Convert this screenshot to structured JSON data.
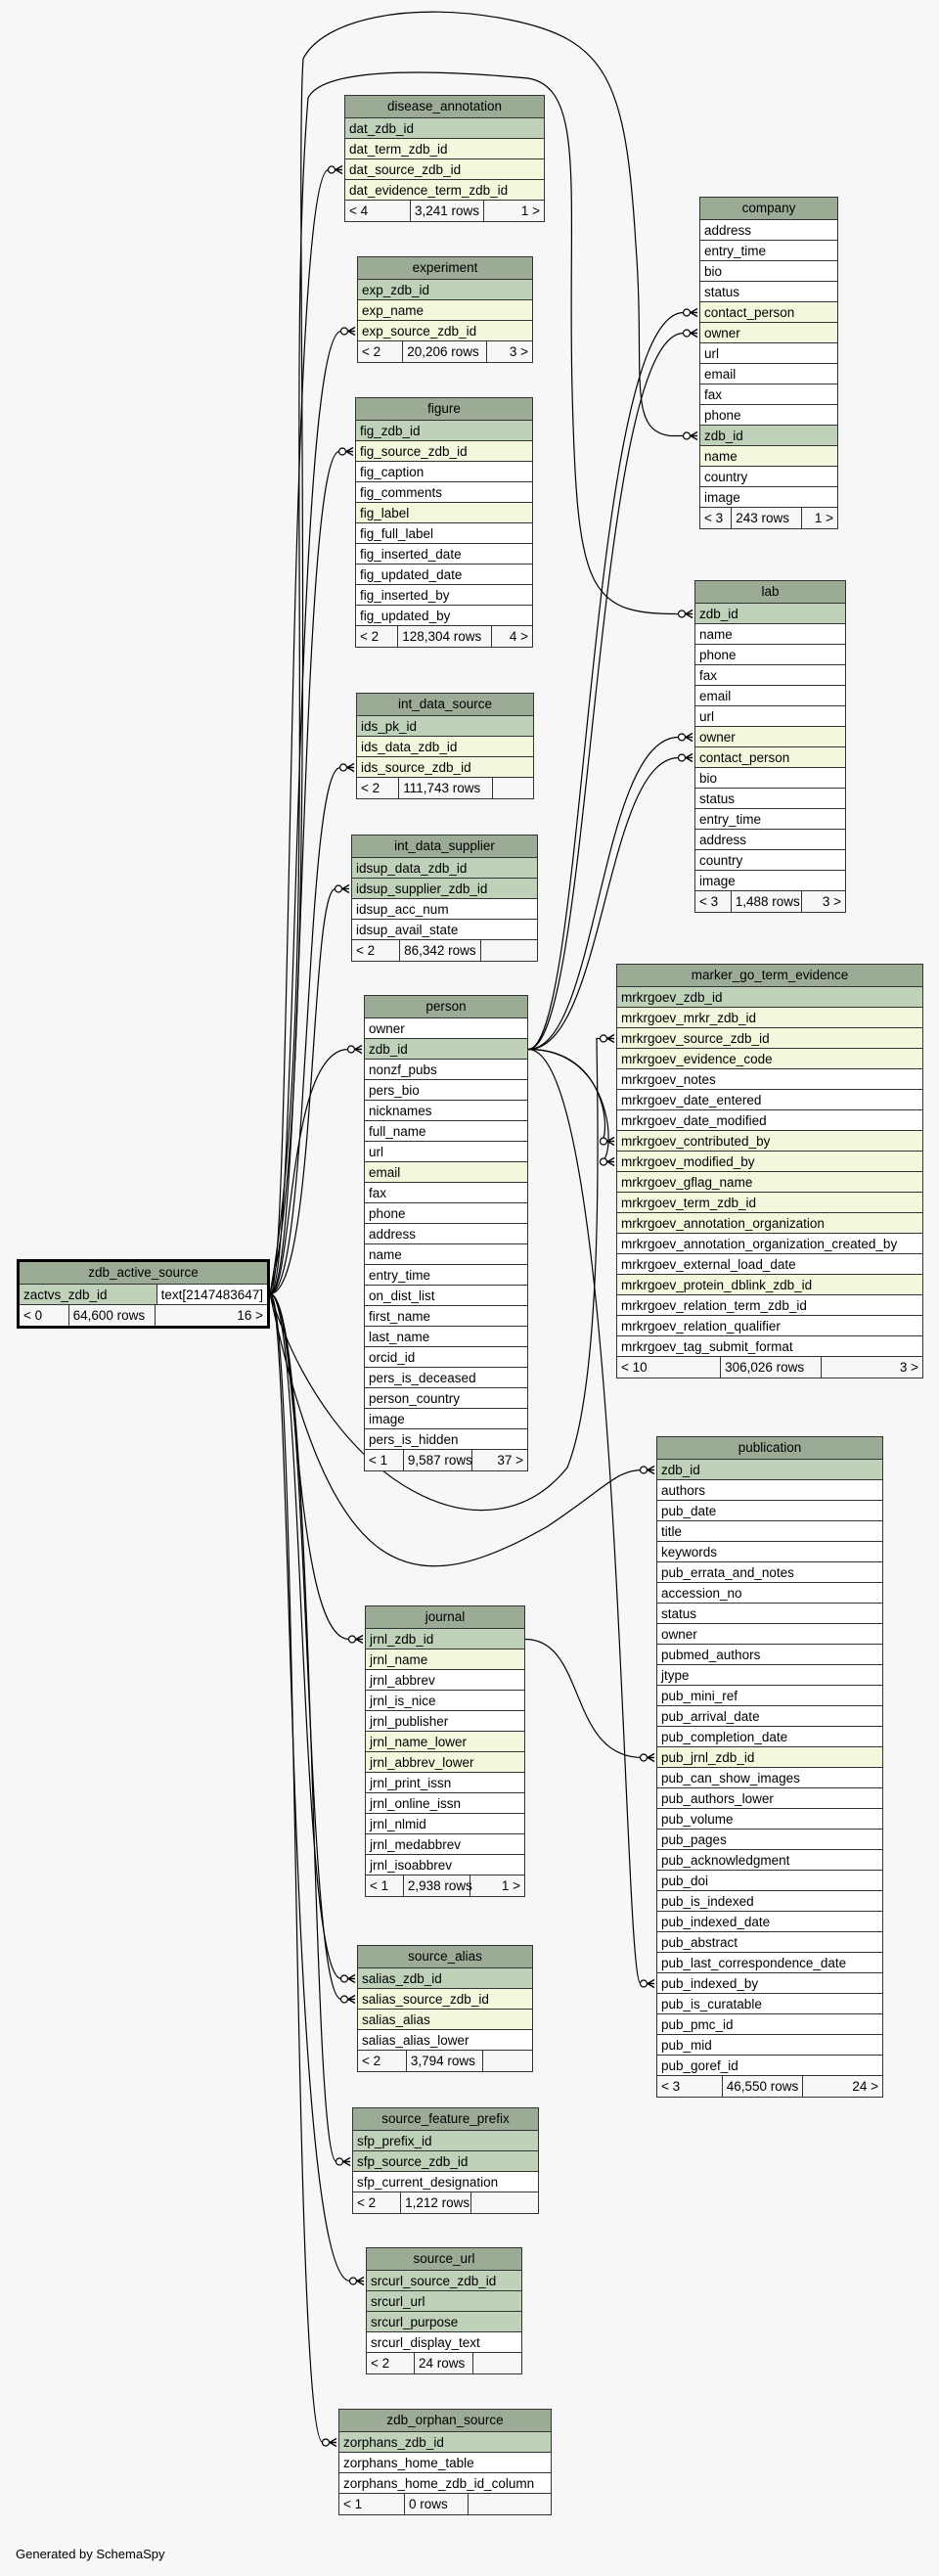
{
  "footer": {
    "generated_by": "Generated by SchemaSpy"
  },
  "colors": {
    "header": "#9bab96",
    "primary_key": "#bfd1b9",
    "indexed": "#f4f7dc",
    "plain": "#ffffff",
    "background": "#f7f7f7"
  },
  "focus_table": {
    "name": "zdb_active_source",
    "column": "zactvs_zdb_id",
    "column_type": "text[2147483647]",
    "parents": "< 0",
    "rows": "64,600 rows",
    "children": "16 >"
  },
  "tables": {
    "disease_annotation": {
      "name": "disease_annotation",
      "columns": [
        {
          "name": "dat_zdb_id",
          "kind": "pk"
        },
        {
          "name": "dat_term_zdb_id",
          "kind": "idx"
        },
        {
          "name": "dat_source_zdb_id",
          "kind": "idx"
        },
        {
          "name": "dat_evidence_term_zdb_id",
          "kind": "idx"
        }
      ],
      "parents": "< 4",
      "rows": "3,241 rows",
      "children": "1 >"
    },
    "experiment": {
      "name": "experiment",
      "columns": [
        {
          "name": "exp_zdb_id",
          "kind": "pk"
        },
        {
          "name": "exp_name",
          "kind": "idx"
        },
        {
          "name": "exp_source_zdb_id",
          "kind": "idx"
        }
      ],
      "parents": "< 2",
      "rows": "20,206 rows",
      "children": "3 >"
    },
    "figure": {
      "name": "figure",
      "columns": [
        {
          "name": "fig_zdb_id",
          "kind": "pk"
        },
        {
          "name": "fig_source_zdb_id",
          "kind": "idx"
        },
        {
          "name": "fig_caption",
          "kind": "plain"
        },
        {
          "name": "fig_comments",
          "kind": "plain"
        },
        {
          "name": "fig_label",
          "kind": "idx"
        },
        {
          "name": "fig_full_label",
          "kind": "plain"
        },
        {
          "name": "fig_inserted_date",
          "kind": "plain"
        },
        {
          "name": "fig_updated_date",
          "kind": "plain"
        },
        {
          "name": "fig_inserted_by",
          "kind": "plain"
        },
        {
          "name": "fig_updated_by",
          "kind": "plain"
        }
      ],
      "parents": "< 2",
      "rows": "128,304 rows",
      "children": "4 >"
    },
    "int_data_source": {
      "name": "int_data_source",
      "columns": [
        {
          "name": "ids_pk_id",
          "kind": "pk"
        },
        {
          "name": "ids_data_zdb_id",
          "kind": "idx"
        },
        {
          "name": "ids_source_zdb_id",
          "kind": "idx"
        }
      ],
      "parents": "< 2",
      "rows": "111,743 rows",
      "children": ""
    },
    "int_data_supplier": {
      "name": "int_data_supplier",
      "columns": [
        {
          "name": "idsup_data_zdb_id",
          "kind": "pk"
        },
        {
          "name": "idsup_supplier_zdb_id",
          "kind": "pk"
        },
        {
          "name": "idsup_acc_num",
          "kind": "plain"
        },
        {
          "name": "idsup_avail_state",
          "kind": "plain"
        }
      ],
      "parents": "< 2",
      "rows": "86,342 rows",
      "children": ""
    },
    "person": {
      "name": "person",
      "columns": [
        {
          "name": "owner",
          "kind": "plain"
        },
        {
          "name": "zdb_id",
          "kind": "pk"
        },
        {
          "name": "nonzf_pubs",
          "kind": "plain"
        },
        {
          "name": "pers_bio",
          "kind": "plain"
        },
        {
          "name": "nicknames",
          "kind": "plain"
        },
        {
          "name": "full_name",
          "kind": "plain"
        },
        {
          "name": "url",
          "kind": "plain"
        },
        {
          "name": "email",
          "kind": "idx"
        },
        {
          "name": "fax",
          "kind": "plain"
        },
        {
          "name": "phone",
          "kind": "plain"
        },
        {
          "name": "address",
          "kind": "plain"
        },
        {
          "name": "name",
          "kind": "plain"
        },
        {
          "name": "entry_time",
          "kind": "plain"
        },
        {
          "name": "on_dist_list",
          "kind": "plain"
        },
        {
          "name": "first_name",
          "kind": "plain"
        },
        {
          "name": "last_name",
          "kind": "plain"
        },
        {
          "name": "orcid_id",
          "kind": "plain"
        },
        {
          "name": "pers_is_deceased",
          "kind": "plain"
        },
        {
          "name": "person_country",
          "kind": "plain"
        },
        {
          "name": "image",
          "kind": "plain"
        },
        {
          "name": "pers_is_hidden",
          "kind": "plain"
        }
      ],
      "parents": "< 1",
      "rows": "9,587 rows",
      "children": "37 >"
    },
    "journal": {
      "name": "journal",
      "columns": [
        {
          "name": "jrnl_zdb_id",
          "kind": "pk"
        },
        {
          "name": "jrnl_name",
          "kind": "idx"
        },
        {
          "name": "jrnl_abbrev",
          "kind": "plain"
        },
        {
          "name": "jrnl_is_nice",
          "kind": "plain"
        },
        {
          "name": "jrnl_publisher",
          "kind": "plain"
        },
        {
          "name": "jrnl_name_lower",
          "kind": "idx"
        },
        {
          "name": "jrnl_abbrev_lower",
          "kind": "idx"
        },
        {
          "name": "jrnl_print_issn",
          "kind": "plain"
        },
        {
          "name": "jrnl_online_issn",
          "kind": "plain"
        },
        {
          "name": "jrnl_nlmid",
          "kind": "plain"
        },
        {
          "name": "jrnl_medabbrev",
          "kind": "plain"
        },
        {
          "name": "jrnl_isoabbrev",
          "kind": "plain"
        }
      ],
      "parents": "< 1",
      "rows": "2,938 rows",
      "children": "1 >"
    },
    "source_alias": {
      "name": "source_alias",
      "columns": [
        {
          "name": "salias_zdb_id",
          "kind": "pk"
        },
        {
          "name": "salias_source_zdb_id",
          "kind": "idx"
        },
        {
          "name": "salias_alias",
          "kind": "idx"
        },
        {
          "name": "salias_alias_lower",
          "kind": "plain"
        }
      ],
      "parents": "< 2",
      "rows": "3,794 rows",
      "children": ""
    },
    "source_feature_prefix": {
      "name": "source_feature_prefix",
      "columns": [
        {
          "name": "sfp_prefix_id",
          "kind": "pk"
        },
        {
          "name": "sfp_source_zdb_id",
          "kind": "pk"
        },
        {
          "name": "sfp_current_designation",
          "kind": "plain"
        }
      ],
      "parents": "< 2",
      "rows": "1,212 rows",
      "children": ""
    },
    "source_url": {
      "name": "source_url",
      "columns": [
        {
          "name": "srcurl_source_zdb_id",
          "kind": "pk"
        },
        {
          "name": "srcurl_url",
          "kind": "pk"
        },
        {
          "name": "srcurl_purpose",
          "kind": "pk"
        },
        {
          "name": "srcurl_display_text",
          "kind": "plain"
        }
      ],
      "parents": "< 2",
      "rows": "24 rows",
      "children": ""
    },
    "zdb_orphan_source": {
      "name": "zdb_orphan_source",
      "columns": [
        {
          "name": "zorphans_zdb_id",
          "kind": "pk"
        },
        {
          "name": "zorphans_home_table",
          "kind": "plain"
        },
        {
          "name": "zorphans_home_zdb_id_column",
          "kind": "plain"
        }
      ],
      "parents": "< 1",
      "rows": "0 rows",
      "children": ""
    },
    "company": {
      "name": "company",
      "columns": [
        {
          "name": "address",
          "kind": "plain"
        },
        {
          "name": "entry_time",
          "kind": "plain"
        },
        {
          "name": "bio",
          "kind": "plain"
        },
        {
          "name": "status",
          "kind": "plain"
        },
        {
          "name": "contact_person",
          "kind": "idx"
        },
        {
          "name": "owner",
          "kind": "idx"
        },
        {
          "name": "url",
          "kind": "plain"
        },
        {
          "name": "email",
          "kind": "plain"
        },
        {
          "name": "fax",
          "kind": "plain"
        },
        {
          "name": "phone",
          "kind": "plain"
        },
        {
          "name": "zdb_id",
          "kind": "pk"
        },
        {
          "name": "name",
          "kind": "idx"
        },
        {
          "name": "country",
          "kind": "plain"
        },
        {
          "name": "image",
          "kind": "plain"
        }
      ],
      "parents": "< 3",
      "rows": "243 rows",
      "children": "1 >"
    },
    "lab": {
      "name": "lab",
      "columns": [
        {
          "name": "zdb_id",
          "kind": "pk"
        },
        {
          "name": "name",
          "kind": "plain"
        },
        {
          "name": "phone",
          "kind": "plain"
        },
        {
          "name": "fax",
          "kind": "plain"
        },
        {
          "name": "email",
          "kind": "plain"
        },
        {
          "name": "url",
          "kind": "plain"
        },
        {
          "name": "owner",
          "kind": "idx"
        },
        {
          "name": "contact_person",
          "kind": "idx"
        },
        {
          "name": "bio",
          "kind": "plain"
        },
        {
          "name": "status",
          "kind": "plain"
        },
        {
          "name": "entry_time",
          "kind": "plain"
        },
        {
          "name": "address",
          "kind": "plain"
        },
        {
          "name": "country",
          "kind": "plain"
        },
        {
          "name": "image",
          "kind": "plain"
        }
      ],
      "parents": "< 3",
      "rows": "1,488 rows",
      "children": "3 >"
    },
    "marker_go_term_evidence": {
      "name": "marker_go_term_evidence",
      "columns": [
        {
          "name": "mrkrgoev_zdb_id",
          "kind": "pk"
        },
        {
          "name": "mrkrgoev_mrkr_zdb_id",
          "kind": "idx"
        },
        {
          "name": "mrkrgoev_source_zdb_id",
          "kind": "idx"
        },
        {
          "name": "mrkrgoev_evidence_code",
          "kind": "idx"
        },
        {
          "name": "mrkrgoev_notes",
          "kind": "plain"
        },
        {
          "name": "mrkrgoev_date_entered",
          "kind": "plain"
        },
        {
          "name": "mrkrgoev_date_modified",
          "kind": "plain"
        },
        {
          "name": "mrkrgoev_contributed_by",
          "kind": "idx"
        },
        {
          "name": "mrkrgoev_modified_by",
          "kind": "idx"
        },
        {
          "name": "mrkrgoev_gflag_name",
          "kind": "idx"
        },
        {
          "name": "mrkrgoev_term_zdb_id",
          "kind": "idx"
        },
        {
          "name": "mrkrgoev_annotation_organization",
          "kind": "idx"
        },
        {
          "name": "mrkrgoev_annotation_organization_created_by",
          "kind": "plain"
        },
        {
          "name": "mrkrgoev_external_load_date",
          "kind": "plain"
        },
        {
          "name": "mrkrgoev_protein_dblink_zdb_id",
          "kind": "idx"
        },
        {
          "name": "mrkrgoev_relation_term_zdb_id",
          "kind": "plain"
        },
        {
          "name": "mrkrgoev_relation_qualifier",
          "kind": "plain"
        },
        {
          "name": "mrkrgoev_tag_submit_format",
          "kind": "plain"
        }
      ],
      "parents": "< 10",
      "rows": "306,026 rows",
      "children": "3 >"
    },
    "publication": {
      "name": "publication",
      "columns": [
        {
          "name": "zdb_id",
          "kind": "pk"
        },
        {
          "name": "authors",
          "kind": "plain"
        },
        {
          "name": "pub_date",
          "kind": "plain"
        },
        {
          "name": "title",
          "kind": "plain"
        },
        {
          "name": "keywords",
          "kind": "plain"
        },
        {
          "name": "pub_errata_and_notes",
          "kind": "plain"
        },
        {
          "name": "accession_no",
          "kind": "plain"
        },
        {
          "name": "status",
          "kind": "plain"
        },
        {
          "name": "owner",
          "kind": "plain"
        },
        {
          "name": "pubmed_authors",
          "kind": "plain"
        },
        {
          "name": "jtype",
          "kind": "plain"
        },
        {
          "name": "pub_mini_ref",
          "kind": "plain"
        },
        {
          "name": "pub_arrival_date",
          "kind": "plain"
        },
        {
          "name": "pub_completion_date",
          "kind": "plain"
        },
        {
          "name": "pub_jrnl_zdb_id",
          "kind": "idx"
        },
        {
          "name": "pub_can_show_images",
          "kind": "plain"
        },
        {
          "name": "pub_authors_lower",
          "kind": "plain"
        },
        {
          "name": "pub_volume",
          "kind": "plain"
        },
        {
          "name": "pub_pages",
          "kind": "plain"
        },
        {
          "name": "pub_acknowledgment",
          "kind": "plain"
        },
        {
          "name": "pub_doi",
          "kind": "plain"
        },
        {
          "name": "pub_is_indexed",
          "kind": "plain"
        },
        {
          "name": "pub_indexed_date",
          "kind": "plain"
        },
        {
          "name": "pub_abstract",
          "kind": "plain"
        },
        {
          "name": "pub_last_correspondence_date",
          "kind": "plain"
        },
        {
          "name": "pub_indexed_by",
          "kind": "plain"
        },
        {
          "name": "pub_is_curatable",
          "kind": "plain"
        },
        {
          "name": "pub_pmc_id",
          "kind": "plain"
        },
        {
          "name": "pub_mid",
          "kind": "plain"
        },
        {
          "name": "pub_goref_id",
          "kind": "plain"
        }
      ],
      "parents": "< 3",
      "rows": "46,550 rows",
      "children": "24 >"
    }
  },
  "relationships": [
    {
      "from": "zdb_active_source.zactvs_zdb_id",
      "to": "disease_annotation.dat_source_zdb_id"
    },
    {
      "from": "zdb_active_source.zactvs_zdb_id",
      "to": "experiment.exp_source_zdb_id"
    },
    {
      "from": "zdb_active_source.zactvs_zdb_id",
      "to": "figure.fig_source_zdb_id"
    },
    {
      "from": "zdb_active_source.zactvs_zdb_id",
      "to": "int_data_source.ids_source_zdb_id"
    },
    {
      "from": "zdb_active_source.zactvs_zdb_id",
      "to": "int_data_supplier.idsup_supplier_zdb_id"
    },
    {
      "from": "zdb_active_source.zactvs_zdb_id",
      "to": "person.zdb_id"
    },
    {
      "from": "zdb_active_source.zactvs_zdb_id",
      "to": "company.zdb_id"
    },
    {
      "from": "zdb_active_source.zactvs_zdb_id",
      "to": "lab.zdb_id"
    },
    {
      "from": "zdb_active_source.zactvs_zdb_id",
      "to": "marker_go_term_evidence.mrkrgoev_source_zdb_id"
    },
    {
      "from": "zdb_active_source.zactvs_zdb_id",
      "to": "publication.zdb_id"
    },
    {
      "from": "zdb_active_source.zactvs_zdb_id",
      "to": "journal.jrnl_zdb_id"
    },
    {
      "from": "zdb_active_source.zactvs_zdb_id",
      "to": "source_alias.salias_zdb_id"
    },
    {
      "from": "zdb_active_source.zactvs_zdb_id",
      "to": "source_alias.salias_source_zdb_id"
    },
    {
      "from": "zdb_active_source.zactvs_zdb_id",
      "to": "source_feature_prefix.sfp_source_zdb_id"
    },
    {
      "from": "zdb_active_source.zactvs_zdb_id",
      "to": "source_url.srcurl_source_zdb_id"
    },
    {
      "from": "zdb_active_source.zactvs_zdb_id",
      "to": "zdb_orphan_source.zorphans_zdb_id"
    },
    {
      "from": "person.zdb_id",
      "to": "company.contact_person"
    },
    {
      "from": "person.zdb_id",
      "to": "company.owner"
    },
    {
      "from": "person.zdb_id",
      "to": "lab.owner"
    },
    {
      "from": "person.zdb_id",
      "to": "lab.contact_person"
    },
    {
      "from": "person.zdb_id",
      "to": "marker_go_term_evidence.mrkrgoev_contributed_by"
    },
    {
      "from": "person.zdb_id",
      "to": "marker_go_term_evidence.mrkrgoev_modified_by"
    },
    {
      "from": "person.zdb_id",
      "to": "publication.pub_indexed_by"
    },
    {
      "from": "journal.jrnl_zdb_id",
      "to": "publication.pub_jrnl_zdb_id"
    }
  ]
}
